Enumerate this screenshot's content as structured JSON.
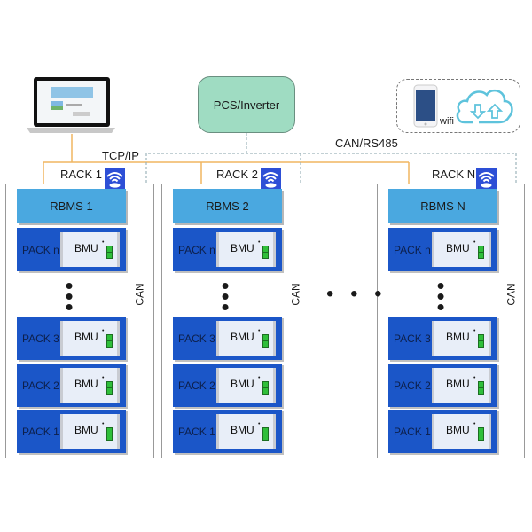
{
  "diagram": {
    "pcs_label": "PCS/Inverter",
    "tcpip_label": "TCP/IP",
    "canrs485_label": "CAN/RS485",
    "wifi_label": "wifi",
    "can_label": "CAN",
    "ellipsis": "• • •",
    "colors": {
      "pcs_fill": "#9fdcc2",
      "rbms_fill": "#4aa8e0",
      "pack_fill": "#1b56c8",
      "tcpip_line": "#f0b560",
      "wifi_badge": "#2d4fd6",
      "bmu_connector": "#2fbf3a"
    },
    "racks": [
      {
        "name": "RACK 1",
        "rbms": "RBMS 1",
        "packs": [
          {
            "label": "PACK n",
            "bmu": "BMU"
          },
          {
            "label": "PACK 3",
            "bmu": "BMU"
          },
          {
            "label": "PACK 2",
            "bmu": "BMU"
          },
          {
            "label": "PACK 1",
            "bmu": "BMU"
          }
        ]
      },
      {
        "name": "RACK 2",
        "rbms": "RBMS 2",
        "packs": [
          {
            "label": "PACK n",
            "bmu": "BMU"
          },
          {
            "label": "PACK 3",
            "bmu": "BMU"
          },
          {
            "label": "PACK 2",
            "bmu": "BMU"
          },
          {
            "label": "PACK 1",
            "bmu": "BMU"
          }
        ]
      },
      {
        "name": "RACK N",
        "rbms": "RBMS N",
        "packs": [
          {
            "label": "PACK n",
            "bmu": "BMU"
          },
          {
            "label": "PACK 3",
            "bmu": "BMU"
          },
          {
            "label": "PACK 2",
            "bmu": "BMU"
          },
          {
            "label": "PACK 1",
            "bmu": "BMU"
          }
        ]
      }
    ]
  }
}
